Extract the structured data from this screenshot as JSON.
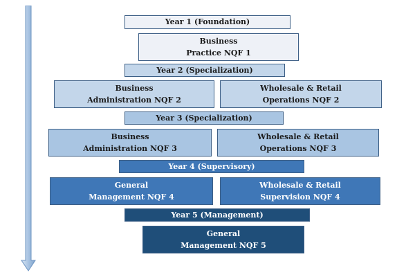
{
  "colors": {
    "arrow": "#a9c4e2",
    "year1": "#eef1f7",
    "year2": "#c3d6ea",
    "year3": "#a9c5e2",
    "year4": "#3f77b7",
    "year5": "#1f4e79"
  },
  "year1": {
    "header": "Year 1 (Foundation)",
    "programmes": [
      "Business\nPractice NQF 1"
    ]
  },
  "year2": {
    "header": "Year 2 (Specialization)",
    "programmes": [
      "Business\nAdministration NQF 2",
      "Wholesale & Retail\nOperations NQF 2"
    ]
  },
  "year3": {
    "header": "Year 3 (Specialization)",
    "programmes": [
      "Business\nAdministration NQF 3",
      "Wholesale & Retail\nOperations NQF 3"
    ]
  },
  "year4": {
    "header": "Year 4 (Supervisory)",
    "programmes": [
      "General\nManagement NQF 4",
      "Wholesale & Retail\nSupervision NQF 4"
    ]
  },
  "year5": {
    "header": "Year 5 (Management)",
    "programmes": [
      "General\nManagement NQF 5"
    ]
  }
}
